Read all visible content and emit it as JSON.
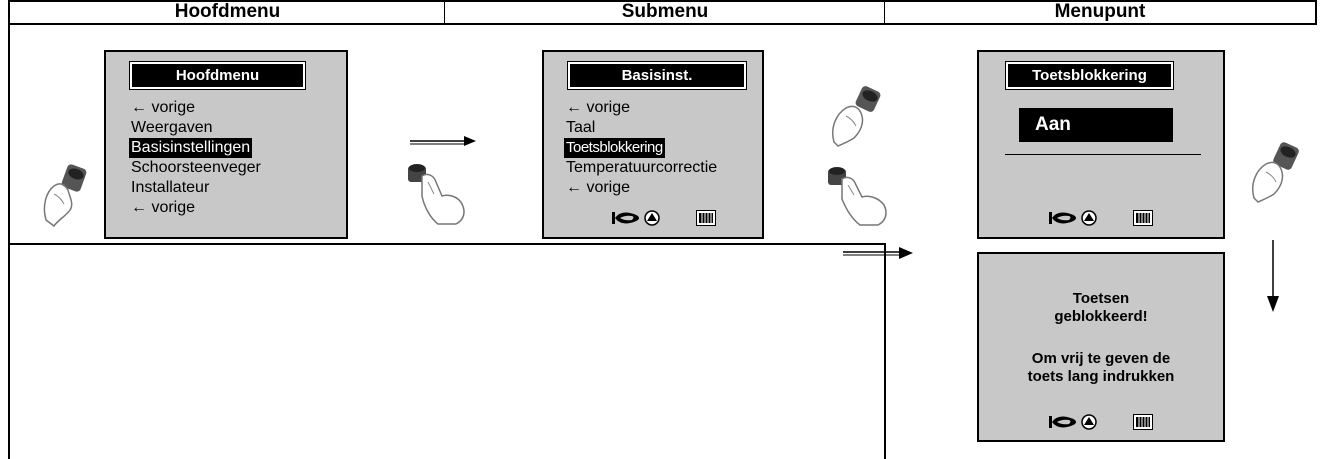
{
  "columns": {
    "main": "Hoofdmenu",
    "sub": "Submenu",
    "item": "Menupunt"
  },
  "screens": {
    "main_menu": {
      "title": "Hoofdmenu",
      "items": [
        "← vorige",
        "Weergaven",
        "Basisinstellingen",
        "Schoorsteenveger",
        "Installateur",
        "← vorige"
      ],
      "selected_index": 2
    },
    "sub_menu": {
      "title": "Basisinst.",
      "items": [
        "← vorige",
        "Taal",
        "Toetsblokkering",
        "Temperatuurcorrectie",
        "← vorige"
      ],
      "selected_index": 2
    },
    "menu_item": {
      "title": "Toetsblokkering",
      "value": "Aan"
    },
    "locked": {
      "line1": "Toetsen",
      "line2": "geblokkeerd!",
      "line3": "Om vrij te geven de",
      "line4": "toets lang indrukken"
    }
  },
  "icons": [
    "knob-turn-hand-icon",
    "knob-press-hand-icon",
    "arrow-right-icon",
    "arrow-down-icon",
    "burner-icon",
    "pump-icon",
    "radiator-icon"
  ]
}
